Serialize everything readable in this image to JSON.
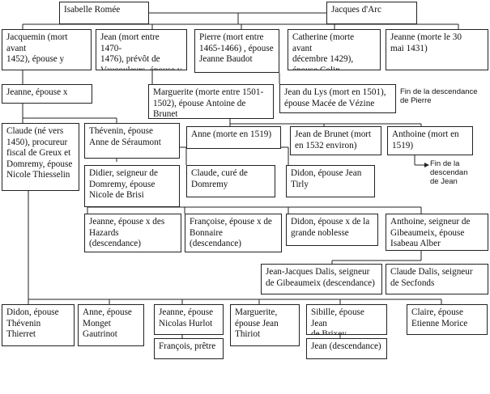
{
  "people": {
    "isabelle": "Isabelle Romée",
    "jacques": "Jacques d'Arc",
    "jacquemin": "Jacquemin (mort avant\n1452), épouse y",
    "jean_prevot": "Jean (mort entre 1470-\n1476), prévôt de\nVaucouleurs, épouse y",
    "pierre": "Pierre (mort entre\n1465-1466) , épouse\nJeanne Baudot",
    "catherine": "Catherine (morte avant\ndécembre 1429),\népouse Colin",
    "jeanne_30mai": "Jeanne (morte le 30\nmai 1431)",
    "jeanne_x": "Jeanne, épouse x",
    "marguerite_brunet": "Marguerite (morte entre 1501-\n1502), épouse Antoine de\nBrunet",
    "jean_du_lys": "Jean du Lys (mort en 1501),\népouse Macée de Vézine",
    "claude_procureur": "Claude (né vers\n1450), procureur\nfiscal de Greux et\nDomremy, épouse\nNicole Thiesselin",
    "thevenin_anne": "Thévenin, épouse\nAnne de Séraumont",
    "anne_1519": "Anne (morte en 1519)",
    "jean_de_brunet": "Jean de Brunet (mort\nen 1532 environ)",
    "anthoine_1519": "Anthoine (mort en\n1519)",
    "didier": "Didier, seigneur de\nDomremy, épouse\nNicole de Brisi",
    "claude_cure": "Claude, curé de\nDomremy",
    "didon_tirly": "Didon, épouse Jean\nTirly",
    "jeanne_hazards": "Jeanne, épouse x des\nHazards\n(descendance)",
    "francoise": "Françoise, épouse x de\nBonnaire\n(descendance)",
    "didon_noblesse": "Didon, épouse x de la\ngrande noblesse",
    "anthoine_gibeaumeix": "Anthoine, seigneur de\nGibeaumeix, épouse\nIsabeau Alber",
    "jean_jacques": "Jean-Jacques Dalis, seigneur\nde Gibeaumeix (descendance)",
    "claude_dalis": "Claude Dalis, seigneur\nde Secfonds",
    "didon_thevenin": "Didon, épouse\nThévenin\nThierret",
    "anne_monget": "Anne, épouse\nMonget\nGautrinot",
    "jeanne_hurlot": "Jeanne, épouse\nNicolas Hurlot",
    "marguerite_thiriot": "Marguerite,\népouse Jean\nThiriot",
    "sibille": "Sibille, épouse Jean\nde Brixey",
    "claire": "Claire, épouse\nEtienne Morice",
    "francois_pretre": "François, prêtre",
    "jean_descendance": "Jean (descendance)"
  },
  "notes": {
    "fin_pierre": "Fin de la descendance\nde Pierre",
    "fin_jean": "Fin de la descendan\nde Jean"
  }
}
